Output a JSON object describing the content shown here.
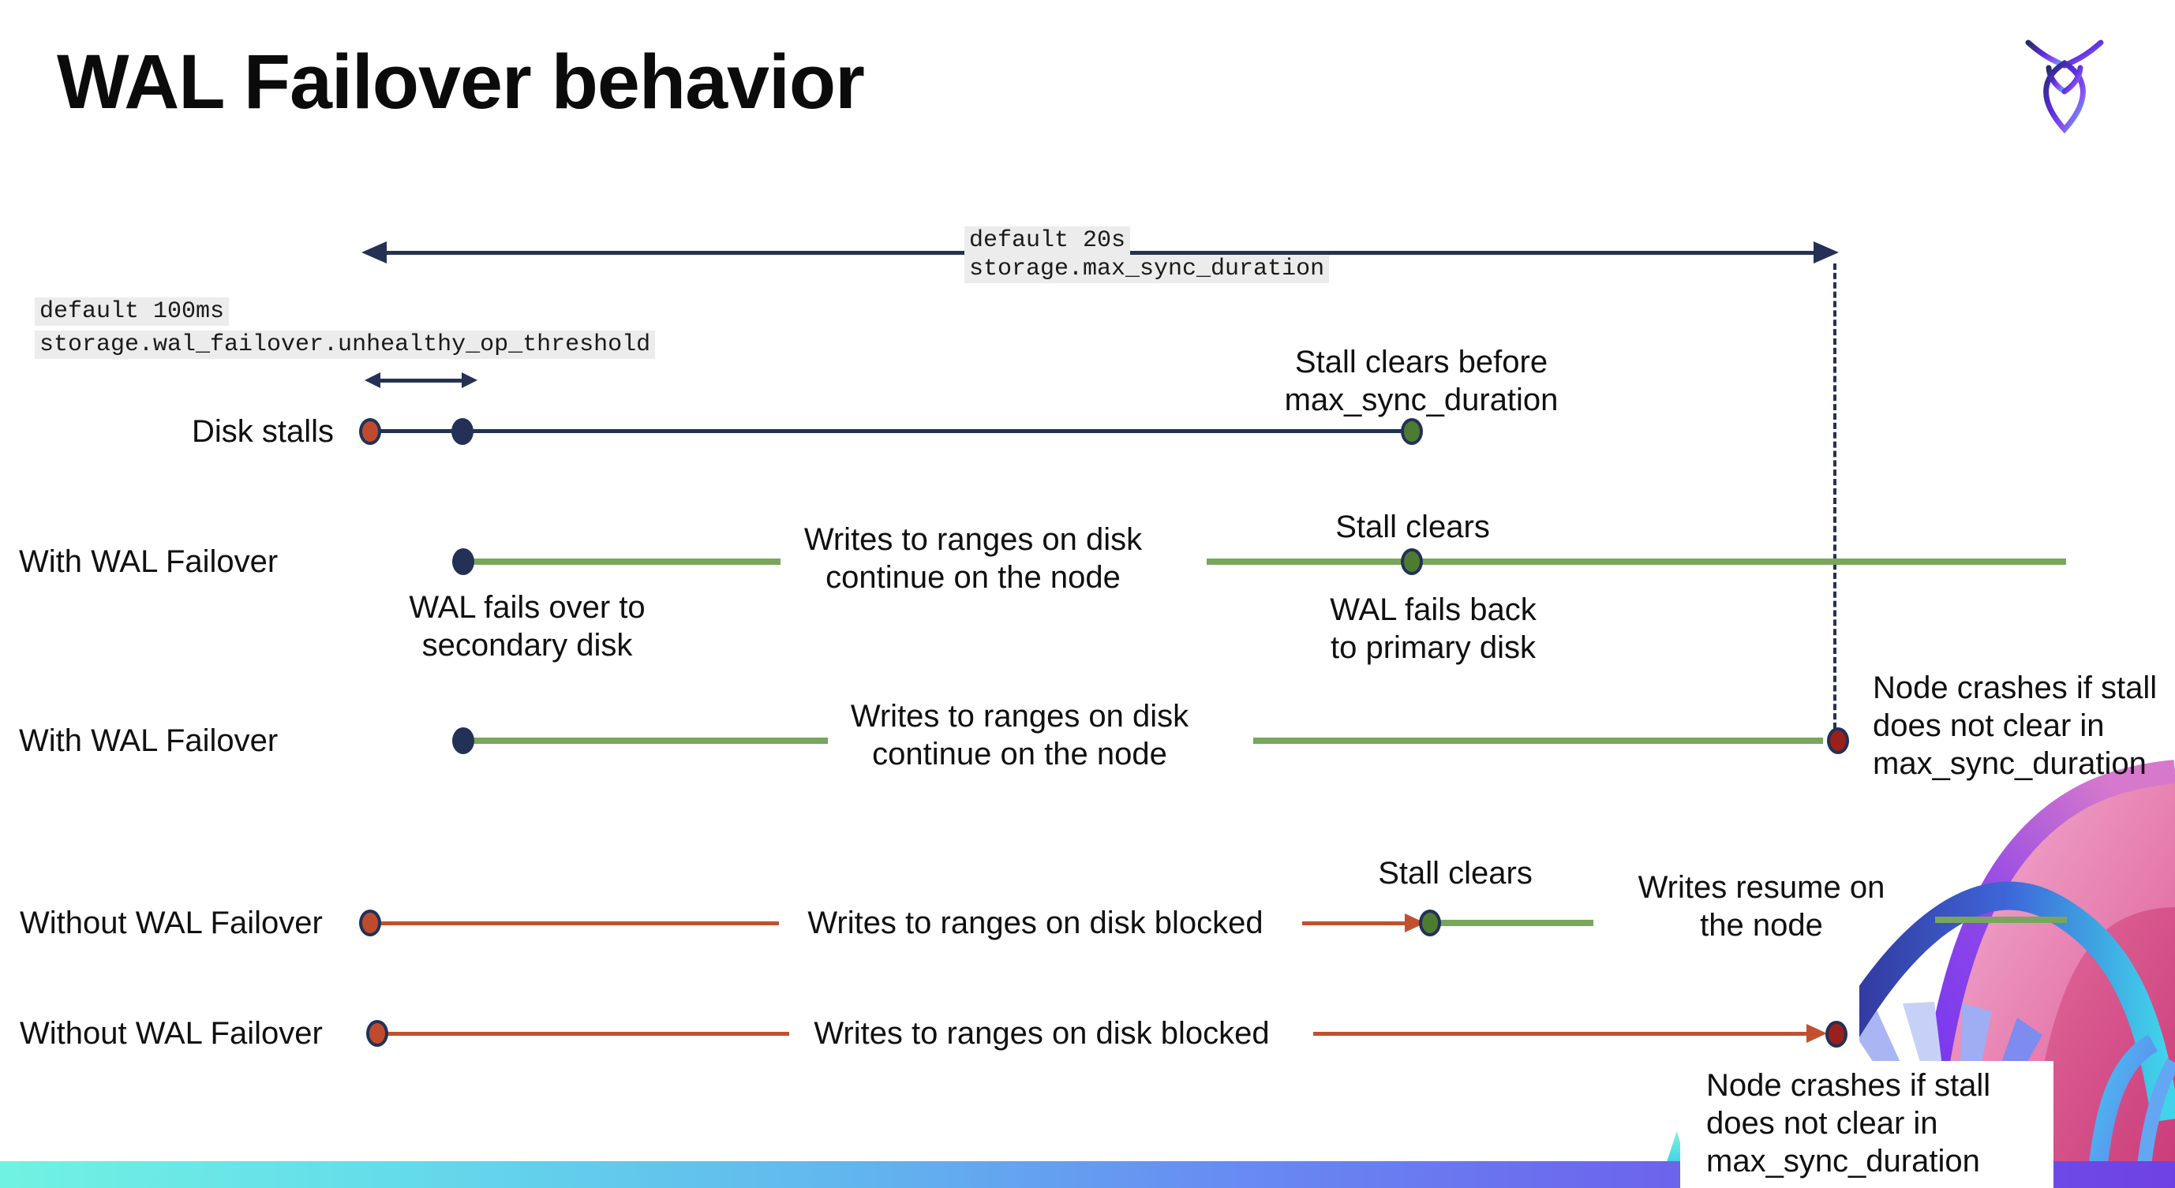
{
  "page": {
    "title": "WAL Failover behavior"
  },
  "logo": {
    "name": "cockroachdb-logo"
  },
  "settings": {
    "max_sync_duration": {
      "default_label": "default 20s",
      "setting_name": "storage.max_sync_duration"
    },
    "unhealthy_op_threshold": {
      "default_label": "default 100ms",
      "setting_name": "storage.wal_failover.unhealthy_op_threshold"
    }
  },
  "rows": {
    "disk_stalls": {
      "label": "Disk stalls"
    },
    "with_wal_1": {
      "label": "With WAL Failover",
      "failover_note": "WAL fails over to\nsecondary disk",
      "writes_note": "Writes to ranges on disk\ncontinue on the node",
      "stall_note": "Stall clears",
      "failback_note": "WAL fails  back\nto primary disk"
    },
    "with_wal_2": {
      "label": "With WAL Failover",
      "writes_note": "Writes to ranges on disk\ncontinue on the node",
      "crash_note": "Node crashes if stall\ndoes not clear in\nmax_sync_duration"
    },
    "without_wal_1": {
      "label": "Without WAL Failover",
      "writes_note": "Writes to ranges on disk  blocked",
      "stall_note": "Stall clears",
      "resume_note": "Writes resume on\nthe node"
    },
    "without_wal_2": {
      "label": "Without WAL Failover",
      "writes_note": "Writes to ranges on disk  blocked",
      "crash_note": "Node crashes if stall\ndoes not clear in\nmax_sync_duration"
    }
  },
  "annotations": {
    "stall_clears_before": "Stall clears before\nmax_sync_duration"
  },
  "colors": {
    "navy": "#243155",
    "green_line": "#78a75c",
    "green_dot": "#4d7c31",
    "red": "#c2502f",
    "red_dot": "#bf4b2e",
    "crash_dot": "#9b1f1b",
    "label_bg": "#ececec",
    "bar_left": "#70f2e2",
    "bar_right": "#6f41e4",
    "pink": "#d84f8e",
    "purple": "#6c2ff0"
  }
}
